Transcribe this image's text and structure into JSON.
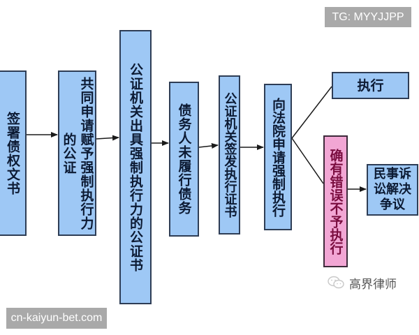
{
  "diagram": {
    "nodes": [
      {
        "id": "n1",
        "label": "签署债权文书",
        "color": "#9ec8f5"
      },
      {
        "id": "n2",
        "label": "共同申请赋予强制执行力的公证",
        "columns": [
          "同请予制行的证",
          "共申赋强执力公"
        ],
        "color": "#9ec8f5"
      },
      {
        "id": "n3",
        "label": "公证机关出具强制执行力的公证书",
        "color": "#9ec8f5"
      },
      {
        "id": "n4",
        "label": "债务人未履行债务",
        "color": "#9ec8f5"
      },
      {
        "id": "n5",
        "label": "公证机关签发执行证书",
        "color": "#9ec8f5"
      },
      {
        "id": "n6",
        "label": "向法院申请强制执行",
        "color": "#9ec8f5"
      },
      {
        "id": "n7",
        "label": "执行",
        "color": "#9ec8f5"
      },
      {
        "id": "n8",
        "label": "确有错误不予执行",
        "color": "#f2a6d4"
      },
      {
        "id": "n9",
        "label": "民事诉讼解决争议",
        "lines": "民事诉\n讼解决\n争议",
        "color": "#9ec8f5"
      }
    ],
    "edges": [
      {
        "from": "n1",
        "to": "n2",
        "arrow": true
      },
      {
        "from": "n2",
        "to": "n3",
        "arrow": true
      },
      {
        "from": "n3",
        "to": "n4",
        "arrow": true
      },
      {
        "from": "n4",
        "to": "n5",
        "arrow": true
      },
      {
        "from": "n5",
        "to": "n6",
        "arrow": true
      },
      {
        "from": "n6",
        "to": "n7",
        "arrow": false
      },
      {
        "from": "n6",
        "to": "n8",
        "arrow": false
      },
      {
        "from": "n8",
        "to": "n9",
        "arrow": true
      }
    ]
  },
  "credit": {
    "icon": "wechat-icon",
    "text": "高界律师"
  },
  "watermarks": {
    "top": "TG: MYYJJPP",
    "bottom": "cn-kaiyun-bet.com"
  },
  "colors": {
    "box_fill": "#9ec8f5",
    "box_border": "#2e3d55",
    "highlight_fill": "#f2a6d4",
    "highlight_text": "#7a0d3f"
  }
}
